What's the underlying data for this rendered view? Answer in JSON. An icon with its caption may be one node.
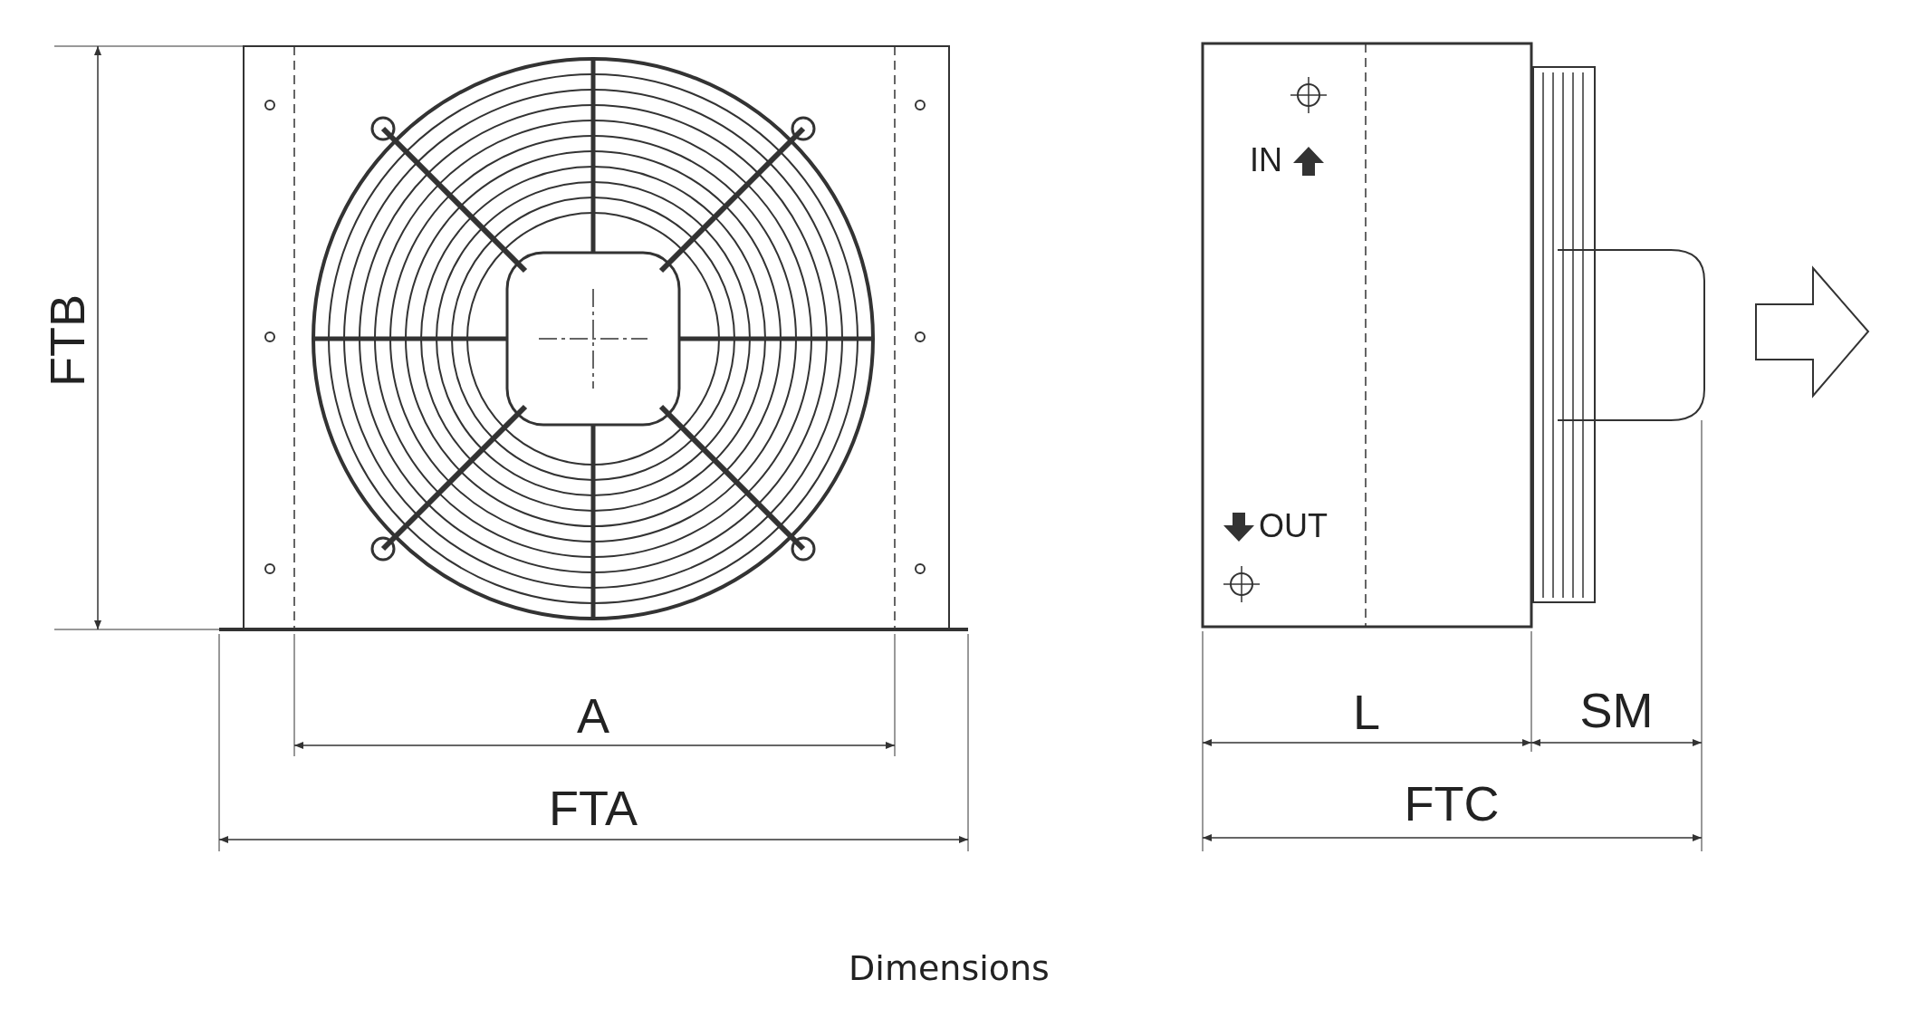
{
  "diagram": {
    "caption": "Dimensions",
    "labels": [
      "FTB",
      "IN",
      "OUT",
      "A",
      "L",
      "SM",
      "FTA",
      "FTC"
    ]
  }
}
